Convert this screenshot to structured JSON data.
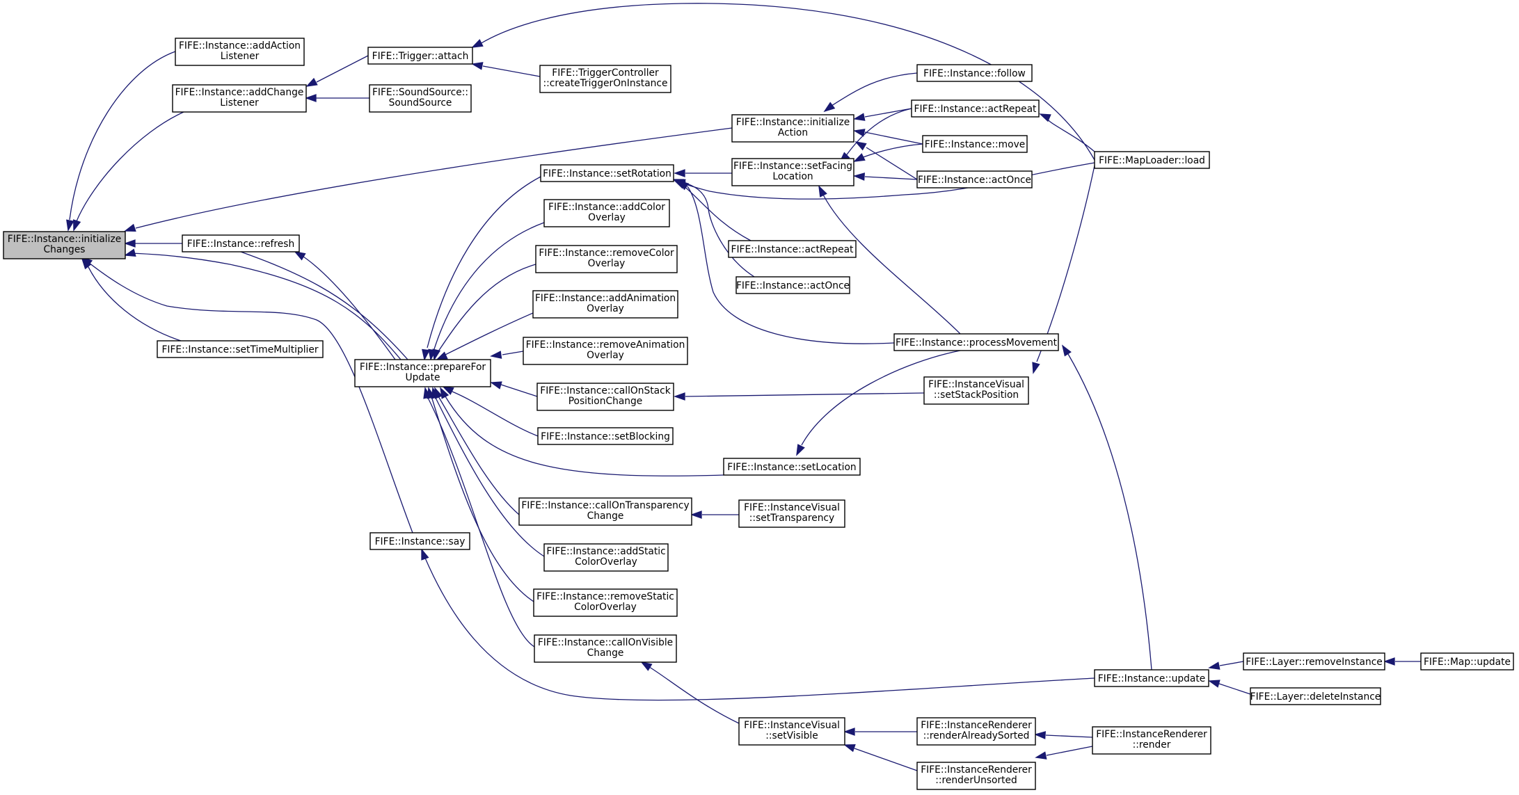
{
  "nodes": {
    "n_initChanges": [
      "FIFE::Instance::initialize",
      "Changes"
    ],
    "n_addActionListener": [
      "FIFE::Instance::addAction",
      "Listener"
    ],
    "n_addChangeListener": [
      "FIFE::Instance::addChange",
      "Listener"
    ],
    "n_refresh": [
      "FIFE::Instance::refresh"
    ],
    "n_setTimeMultiplier": [
      "FIFE::Instance::setTimeMultiplier"
    ],
    "n_say": [
      "FIFE::Instance::say"
    ],
    "n_prepareForUpdate": [
      "FIFE::Instance::prepareFor",
      "Update"
    ],
    "n_triggerAttach": [
      "FIFE::Trigger::attach"
    ],
    "n_soundSource": [
      "FIFE::SoundSource::",
      "SoundSource"
    ],
    "n_createTrigger": [
      "FIFE::TriggerController",
      "::createTriggerOnInstance"
    ],
    "n_initAction": [
      "FIFE::Instance::initialize",
      "Action"
    ],
    "n_setRotation": [
      "FIFE::Instance::setRotation"
    ],
    "n_addColorOverlay": [
      "FIFE::Instance::addColor",
      "Overlay"
    ],
    "n_removeColorOverlay": [
      "FIFE::Instance::removeColor",
      "Overlay"
    ],
    "n_addAnimOverlay": [
      "FIFE::Instance::addAnimation",
      "Overlay"
    ],
    "n_removeAnimOverlay": [
      "FIFE::Instance::removeAnimation",
      "Overlay"
    ],
    "n_callOnStack": [
      "FIFE::Instance::callOnStack",
      "PositionChange"
    ],
    "n_setBlocking": [
      "FIFE::Instance::setBlocking"
    ],
    "n_setLocation": [
      "FIFE::Instance::setLocation"
    ],
    "n_callOnTransparency": [
      "FIFE::Instance::callOnTransparency",
      "Change"
    ],
    "n_addStaticColor": [
      "FIFE::Instance::addStatic",
      "ColorOverlay"
    ],
    "n_removeStaticColor": [
      "FIFE::Instance::removeStatic",
      "ColorOverlay"
    ],
    "n_callOnVisible": [
      "FIFE::Instance::callOnVisible",
      "Change"
    ],
    "n_setFacing": [
      "FIFE::Instance::setFacing",
      "Location"
    ],
    "n_actRepeatMid": [
      "FIFE::Instance::actRepeat"
    ],
    "n_actOnceMid": [
      "FIFE::Instance::actOnce"
    ],
    "n_follow": [
      "FIFE::Instance::follow"
    ],
    "n_actRepeatTop": [
      "FIFE::Instance::actRepeat"
    ],
    "n_move": [
      "FIFE::Instance::move"
    ],
    "n_actOnceTop": [
      "FIFE::Instance::actOnce"
    ],
    "n_processMovement": [
      "FIFE::Instance::processMovement"
    ],
    "n_visSetStack": [
      "FIFE::InstanceVisual",
      "::setStackPosition"
    ],
    "n_visSetTransparency": [
      "FIFE::InstanceVisual",
      "::setTransparency"
    ],
    "n_visSetVisible": [
      "FIFE::InstanceVisual",
      "::setVisible"
    ],
    "n_renderAlreadySorted": [
      "FIFE::InstanceRenderer",
      "::renderAlreadySorted"
    ],
    "n_renderUnsorted": [
      "FIFE::InstanceRenderer",
      "::renderUnsorted"
    ],
    "n_mapLoaderLoad": [
      "FIFE::MapLoader::load"
    ],
    "n_instanceUpdate": [
      "FIFE::Instance::update"
    ],
    "n_rendererRender": [
      "FIFE::InstanceRenderer",
      "::render"
    ],
    "n_layerRemove": [
      "FIFE::Layer::removeInstance"
    ],
    "n_layerDelete": [
      "FIFE::Layer::deleteInstance"
    ],
    "n_mapUpdate": [
      "FIFE::Map::update"
    ]
  },
  "colors": {
    "edge": "#191970",
    "root_fill": "#bfbfbf",
    "node_fill": "#ffffff",
    "node_border": "#000000"
  }
}
